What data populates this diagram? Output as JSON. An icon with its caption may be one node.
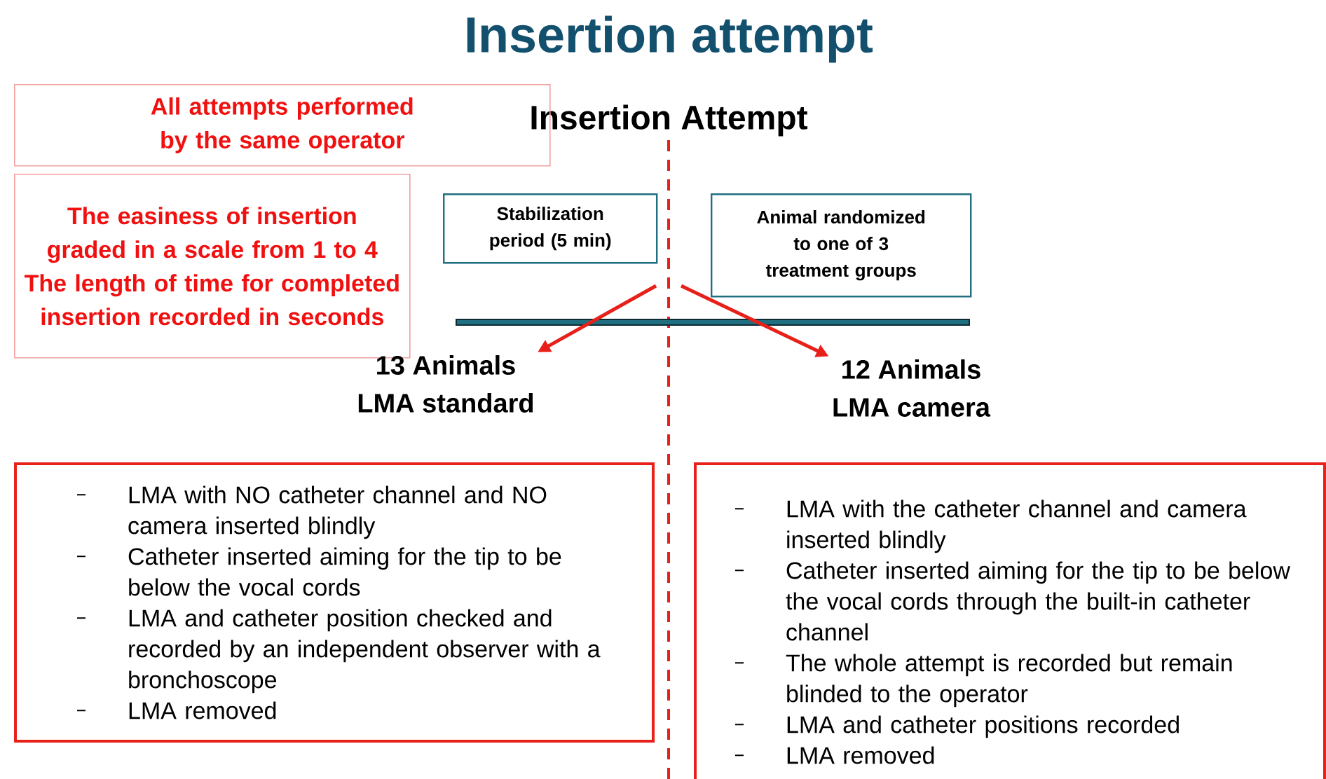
{
  "diagram": {
    "title": "Insertion attempt",
    "nodes": [
      {
        "text": [
          "All attempts performed by the same operator"
        ]
      },
      {
        "text": [
          "The easiness of insertion graded in a scale from 1 to 4",
          "The length of time for completed insertion recorded in seconds"
        ]
      },
      {
        "text": [
          "Stabilization period (5 min)"
        ]
      },
      {
        "text": [
          "Animal randomized to one of 3 treatment groups"
        ]
      },
      {
        "text": [
          "13 Animals",
          "LMA standard"
        ]
      },
      {
        "text": [
          "LMA with NO catheter channel and NO camera inserted blindly",
          "Catheter inserted aiming for the tip to be below the vocal cords",
          "LMA and catheter position checked and recorded by an independent observer with a bronchoscope",
          "LMA removed"
        ]
      },
      {
        "text": [
          "12 Animals",
          "LMA camera"
        ]
      },
      {
        "text": [
          "LMA with the catheter channel and camera inserted blindly",
          "Catheter inserted aiming for the tip to be below the vocal cords through the built-in catheter channel",
          "The whole attempt is recorded but remain blinded to the operator",
          "LMA and catheter positions recorded",
          "LMA removed"
        ]
      }
    ],
    "edges": [
      {
        "from": null,
        "to": 4,
        "arrow": "to"
      },
      {
        "from": null,
        "to": 6,
        "arrow": "to"
      }
    ],
    "labels": [
      "Insertion Attempt"
    ]
  }
}
